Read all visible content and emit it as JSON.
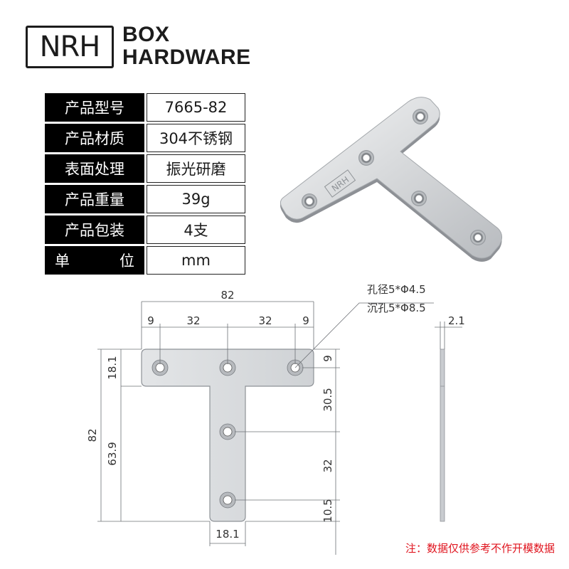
{
  "logo": {
    "mark": "NRH",
    "line1": "BOX",
    "line2": "HARDWARE"
  },
  "specs": [
    {
      "label": "产品型号",
      "value": "7665-82"
    },
    {
      "label": "产品材质",
      "value": "304不锈钢"
    },
    {
      "label": "表面处理",
      "value": "振光研磨"
    },
    {
      "label": "产品重量",
      "value": "39g"
    },
    {
      "label": "产品包装",
      "value": "4支"
    },
    {
      "label": "单位",
      "value": "mm"
    }
  ],
  "plate_emboss": "NRH",
  "drawing": {
    "overall_width": "82",
    "x_spacing": [
      "9",
      "32",
      "32",
      "9"
    ],
    "overall_height": "82",
    "top_arm_height": "18.1",
    "stem_height": "63.9",
    "stem_width": "18.1",
    "y_spacing": [
      "9",
      "30.5",
      "32",
      "10.5"
    ],
    "hole_note_1": "孔径5*Φ4.5",
    "hole_note_2": "沉孔5*Φ8.5",
    "thickness": "2.1"
  },
  "colors": {
    "note": "#e0141e",
    "plate": "#d4d6d8",
    "label_bg": "#000000"
  },
  "footnote": "注：数据仅供参考不作开模数据"
}
